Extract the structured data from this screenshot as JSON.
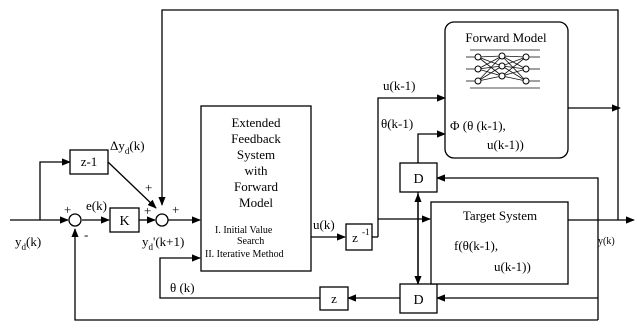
{
  "signals": {
    "yd": "y",
    "yd_sub": "d",
    "yd_arg": "(k)",
    "delta_yd": "Δy",
    "delta_sub": "d",
    "delta_arg": "(k)",
    "ek": "e(k)",
    "yd_next": "y",
    "yd_next_sub": "d",
    "yd_next_arg": "'(k+1)",
    "uk": "u(k)",
    "uk1": "u(k-1)",
    "theta_k1": "θ(k-1)",
    "theta_k": "θ (k)",
    "yk": "y(k)"
  },
  "signs": {
    "plus": "+",
    "minus": "-"
  },
  "blocks": {
    "z_minus_1_left": "z-1",
    "gain": "K",
    "efs_lines": [
      "Extended",
      "Feedback",
      "System",
      "with",
      "Forward",
      "Model"
    ],
    "efs_method_1": [
      "I. Initial Value",
      "Search"
    ],
    "efs_method_2": "II. Iterative Method",
    "delay": "z",
    "delay_sup": "-1",
    "d_top": "D",
    "d_bottom": "D",
    "z_bottom": "z",
    "forward_title": "Forward Model",
    "forward_fn_1": "Φ (θ (k-1),",
    "forward_fn_2": "u(k-1))",
    "target_title": "Target System",
    "target_fn_1": "f(θ(k-1),",
    "target_fn_2": "u(k-1))"
  }
}
